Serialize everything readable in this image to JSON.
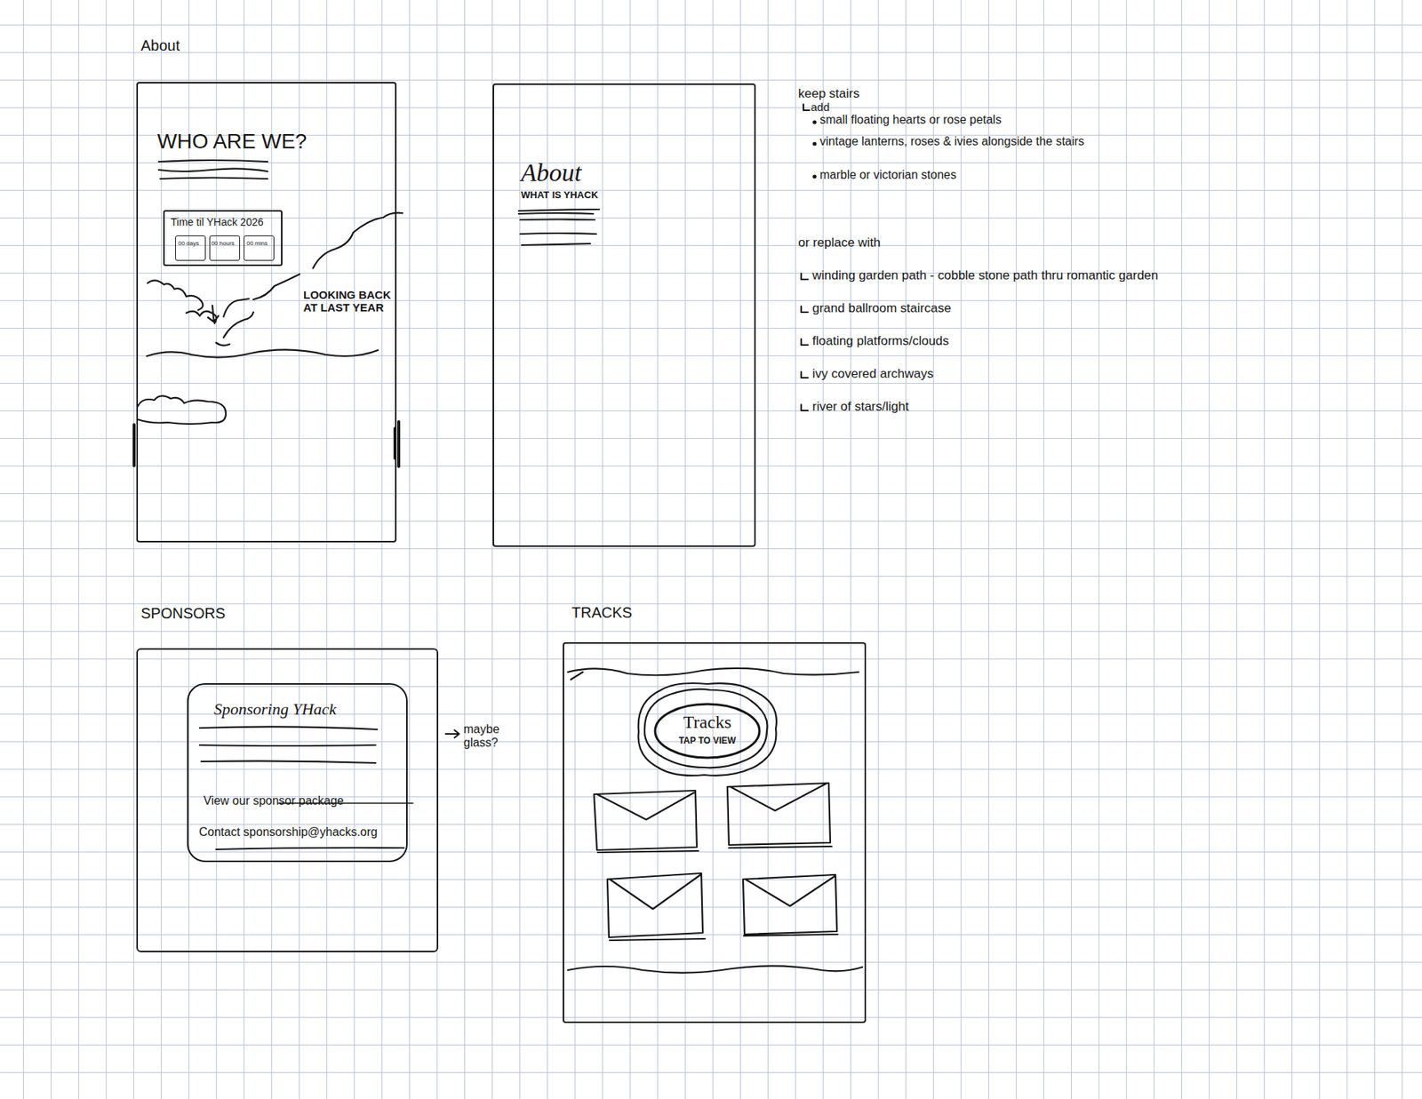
{
  "diagram": {
    "nodes": [
      {
        "text": [
          "About",
          "WHO ARE WE?",
          "LOOKING BACK AT LAST YEAR"
        ]
      },
      {
        "text": [
          "Time til YHack 2026"
        ],
        "in": 0
      },
      {
        "text": [
          "00 days"
        ],
        "in": 1
      },
      {
        "text": [
          "00 hours"
        ],
        "in": 1
      },
      {
        "text": [
          "00 mins"
        ],
        "in": 1
      },
      {
        "text": [
          "About",
          "WHAT IS YHACK"
        ]
      },
      {
        "text": [
          "SPONSORS"
        ]
      },
      {
        "text": [
          "Sponsoring YHack",
          "View our sponsor package",
          "Contact sponsorship@yhacks.org"
        ],
        "in": 6
      },
      {
        "text": [
          "TRACKS"
        ]
      },
      {
        "text": [
          "Tracks",
          "TAP TO VIEW"
        ],
        "in": 8
      }
    ],
    "labels": [
      "keep stairs",
      "add",
      "small floating hearts or rose petals",
      "vintage lanterns, roses & ivies alongside the stairs",
      "marble or victorian stones",
      "or replace with",
      "winding garden path - cobble stone path thru romantic garden",
      "grand ballroom staircase",
      "floating platforms/clouds",
      "ivy covered archways",
      "river of stars/light",
      "maybe glass?"
    ]
  }
}
